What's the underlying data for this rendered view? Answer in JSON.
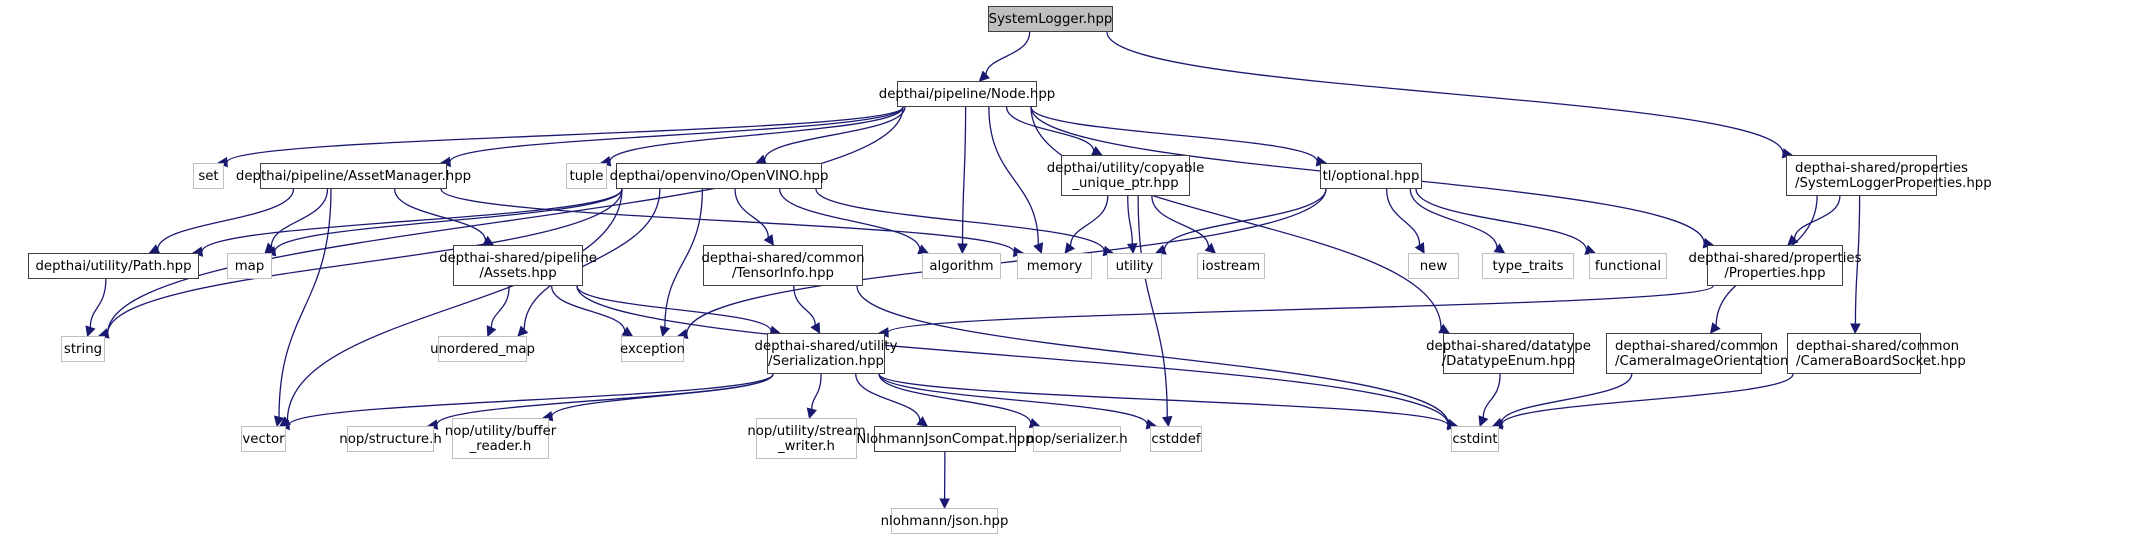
{
  "graph": {
    "title": "SystemLogger.hpp",
    "edge_color": "#191970",
    "nodes": [
      {
        "id": "root",
        "label": "SystemLogger.hpp",
        "kind": "root"
      },
      {
        "id": "node",
        "label": "depthai/pipeline/Node.hpp",
        "kind": "local"
      },
      {
        "id": "syslogprops",
        "label": "depthai-shared/properties\n/SystemLoggerProperties.hpp",
        "kind": "local"
      },
      {
        "id": "set",
        "label": "set",
        "kind": "system"
      },
      {
        "id": "assetmgr",
        "label": "depthai/pipeline/AssetManager.hpp",
        "kind": "local"
      },
      {
        "id": "tuple",
        "label": "tuple",
        "kind": "system"
      },
      {
        "id": "openvino",
        "label": "depthai/openvino/OpenVINO.hpp",
        "kind": "local"
      },
      {
        "id": "copyable",
        "label": "depthai/utility/copyable\n_unique_ptr.hpp",
        "kind": "local"
      },
      {
        "id": "optional",
        "label": "tl/optional.hpp",
        "kind": "local"
      },
      {
        "id": "path",
        "label": "depthai/utility/Path.hpp",
        "kind": "local"
      },
      {
        "id": "map",
        "label": "map",
        "kind": "system"
      },
      {
        "id": "assets",
        "label": "depthai-shared/pipeline\n/Assets.hpp",
        "kind": "local"
      },
      {
        "id": "tensorinfo",
        "label": "depthai-shared/common\n/TensorInfo.hpp",
        "kind": "local"
      },
      {
        "id": "algorithm",
        "label": "algorithm",
        "kind": "system"
      },
      {
        "id": "memory",
        "label": "memory",
        "kind": "system"
      },
      {
        "id": "utility",
        "label": "utility",
        "kind": "system"
      },
      {
        "id": "iostream",
        "label": "iostream",
        "kind": "system"
      },
      {
        "id": "new",
        "label": "new",
        "kind": "system"
      },
      {
        "id": "type_traits",
        "label": "type_traits",
        "kind": "system"
      },
      {
        "id": "functional",
        "label": "functional",
        "kind": "system"
      },
      {
        "id": "properties",
        "label": "depthai-shared/properties\n/Properties.hpp",
        "kind": "local"
      },
      {
        "id": "string",
        "label": "string",
        "kind": "system"
      },
      {
        "id": "unordered_map",
        "label": "unordered_map",
        "kind": "system"
      },
      {
        "id": "exception",
        "label": "exception",
        "kind": "system"
      },
      {
        "id": "serialization",
        "label": "depthai-shared/utility\n/Serialization.hpp",
        "kind": "local"
      },
      {
        "id": "datatypeenum",
        "label": "depthai-shared/datatype\n/DatatypeEnum.hpp",
        "kind": "local"
      },
      {
        "id": "camorient",
        "label": "depthai-shared/common\n/CameraImageOrientation.hpp",
        "kind": "local"
      },
      {
        "id": "camsocket",
        "label": "depthai-shared/common\n/CameraBoardSocket.hpp",
        "kind": "local"
      },
      {
        "id": "vector",
        "label": "vector",
        "kind": "system"
      },
      {
        "id": "nop_structure",
        "label": "nop/structure.h",
        "kind": "system"
      },
      {
        "id": "nop_buffer_reader",
        "label": "nop/utility/buffer\n_reader.h",
        "kind": "system"
      },
      {
        "id": "nop_stream_writer",
        "label": "nop/utility/stream\n_writer.h",
        "kind": "system"
      },
      {
        "id": "nlohmanncompat",
        "label": "NlohmannJsonCompat.hpp",
        "kind": "local"
      },
      {
        "id": "nop_serializer",
        "label": "nop/serializer.h",
        "kind": "system"
      },
      {
        "id": "cstddef",
        "label": "cstddef",
        "kind": "system"
      },
      {
        "id": "cstdint",
        "label": "cstdint",
        "kind": "system"
      },
      {
        "id": "nlohmann_json",
        "label": "nlohmann/json.hpp",
        "kind": "system"
      }
    ],
    "edges": [
      [
        "root",
        "node"
      ],
      [
        "root",
        "syslogprops"
      ],
      [
        "node",
        "set"
      ],
      [
        "node",
        "assetmgr"
      ],
      [
        "node",
        "tuple"
      ],
      [
        "node",
        "openvino"
      ],
      [
        "node",
        "algorithm"
      ],
      [
        "node",
        "memory"
      ],
      [
        "node",
        "copyable"
      ],
      [
        "node",
        "optional"
      ],
      [
        "node",
        "properties"
      ],
      [
        "node",
        "datatypeenum"
      ],
      [
        "node",
        "string"
      ],
      [
        "assetmgr",
        "path"
      ],
      [
        "assetmgr",
        "map"
      ],
      [
        "assetmgr",
        "assets"
      ],
      [
        "assetmgr",
        "memory"
      ],
      [
        "assetmgr",
        "vector"
      ],
      [
        "openvino",
        "path"
      ],
      [
        "openvino",
        "map"
      ],
      [
        "openvino",
        "string"
      ],
      [
        "openvino",
        "unordered_map"
      ],
      [
        "openvino",
        "vector"
      ],
      [
        "openvino",
        "exception"
      ],
      [
        "openvino",
        "tensorinfo"
      ],
      [
        "openvino",
        "algorithm"
      ],
      [
        "openvino",
        "utility"
      ],
      [
        "copyable",
        "memory"
      ],
      [
        "copyable",
        "utility"
      ],
      [
        "copyable",
        "iostream"
      ],
      [
        "copyable",
        "cstddef"
      ],
      [
        "optional",
        "utility"
      ],
      [
        "optional",
        "exception"
      ],
      [
        "optional",
        "new"
      ],
      [
        "optional",
        "type_traits"
      ],
      [
        "optional",
        "functional"
      ],
      [
        "syslogprops",
        "properties"
      ],
      [
        "syslogprops",
        "camorient"
      ],
      [
        "syslogprops",
        "camsocket"
      ],
      [
        "properties",
        "serialization"
      ],
      [
        "path",
        "string"
      ],
      [
        "assets",
        "unordered_map"
      ],
      [
        "assets",
        "exception"
      ],
      [
        "assets",
        "serialization"
      ],
      [
        "assets",
        "cstdint"
      ],
      [
        "tensorinfo",
        "serialization"
      ],
      [
        "tensorinfo",
        "cstdint"
      ],
      [
        "serialization",
        "vector"
      ],
      [
        "serialization",
        "nop_structure"
      ],
      [
        "serialization",
        "nop_buffer_reader"
      ],
      [
        "serialization",
        "nop_stream_writer"
      ],
      [
        "serialization",
        "nlohmanncompat"
      ],
      [
        "serialization",
        "nop_serializer"
      ],
      [
        "serialization",
        "cstddef"
      ],
      [
        "serialization",
        "cstdint"
      ],
      [
        "datatypeenum",
        "cstdint"
      ],
      [
        "camorient",
        "cstdint"
      ],
      [
        "camsocket",
        "cstdint"
      ],
      [
        "nlohmanncompat",
        "nlohmann_json"
      ]
    ]
  }
}
